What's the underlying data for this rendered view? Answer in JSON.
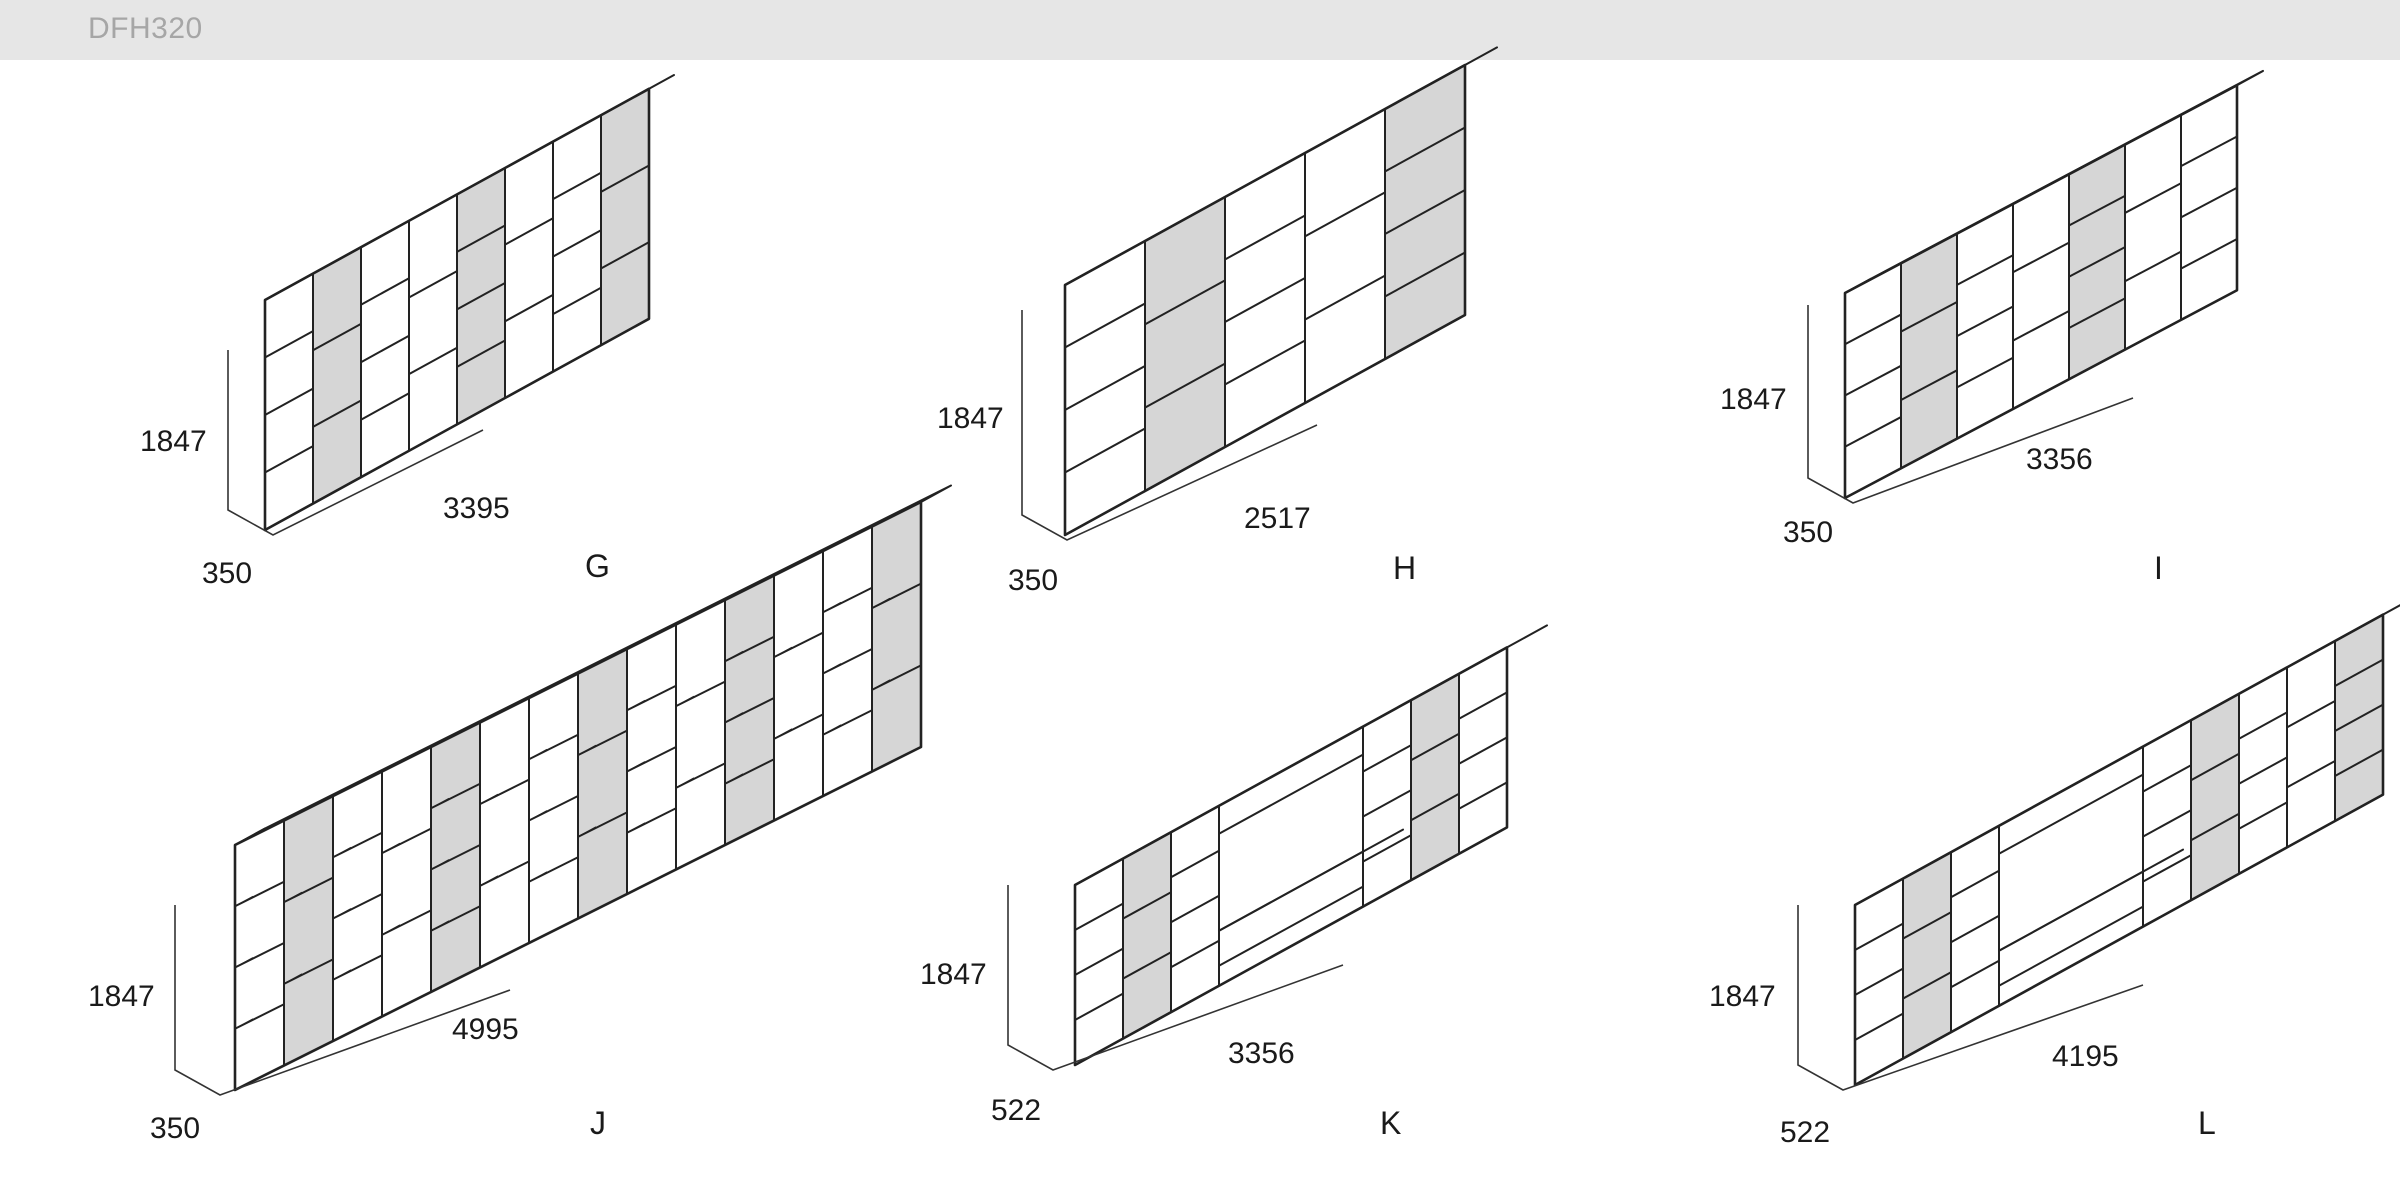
{
  "header": {
    "product_code": "DFH320"
  },
  "configurations": [
    {
      "letter": "G",
      "height": "1847",
      "width": "3395",
      "depth": "350"
    },
    {
      "letter": "H",
      "height": "1847",
      "width": "2517",
      "depth": "350"
    },
    {
      "letter": "I",
      "height": "1847",
      "width": "3356",
      "depth": "350"
    },
    {
      "letter": "J",
      "height": "1847",
      "width": "4995",
      "depth": "350"
    },
    {
      "letter": "K",
      "height": "1847",
      "width": "3356",
      "depth": "522"
    },
    {
      "letter": "L",
      "height": "1847",
      "width": "4195",
      "depth": "522"
    }
  ]
}
